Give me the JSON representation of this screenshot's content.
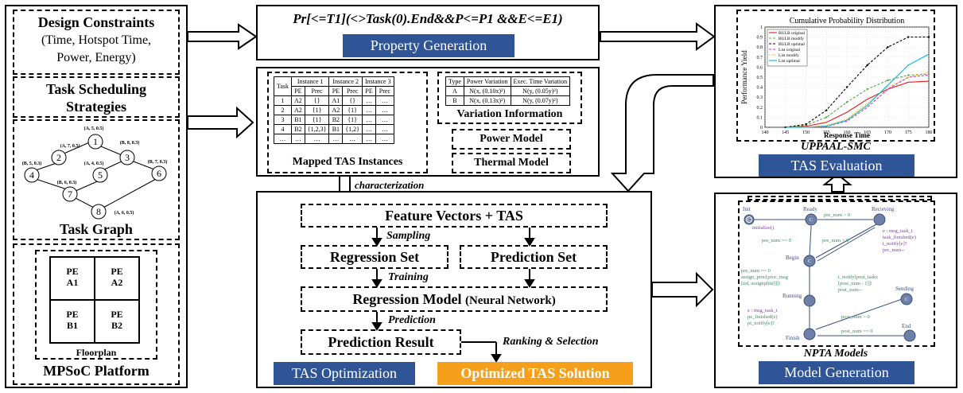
{
  "left": {
    "design_constraints_title": "Design Constraints",
    "design_constraints_lines": [
      "(Time, Hotspot Time,",
      "Power, Energy)"
    ],
    "task_scheduling_lines": [
      "Task Scheduling",
      "Strategies"
    ],
    "task_graph_title": "Task Graph",
    "task_graph_nodes": [
      {
        "id": "1",
        "label": "(A, 5, 0.5)"
      },
      {
        "id": "2",
        "label": "(A, 7, 0.5)"
      },
      {
        "id": "3",
        "label": "(B, 8, 0.3)"
      },
      {
        "id": "4",
        "label": "(B, 5, 0.3)"
      },
      {
        "id": "5",
        "label": "(A, 4, 0.5)"
      },
      {
        "id": "6",
        "label": "(B, 7, 0.3)"
      },
      {
        "id": "7",
        "label": "(B, 6, 0.3)"
      },
      {
        "id": "8",
        "label": "(A, 6, 0.5)"
      }
    ],
    "floorplan_cells": [
      [
        "PE",
        "A1"
      ],
      [
        "PE",
        "A2"
      ],
      [
        "PE",
        "B1"
      ],
      [
        "PE",
        "B2"
      ]
    ],
    "floorplan_label": "Floorplan",
    "platform_title": "MPSoC Platform"
  },
  "property": {
    "formula": "Pr[<=T1](<>Task(0).End&&P<=P1 &&E<=E1)",
    "label": "Property Generation"
  },
  "mapped": {
    "title": "Mapped TAS Instances",
    "header_task": "Task",
    "instances": [
      "Instance 1",
      "Instance 2",
      "Instance 3"
    ],
    "sub_headers": [
      "PE",
      "Prec",
      "PE",
      "Prec",
      "PE",
      "Prec"
    ],
    "rows": [
      [
        "1",
        "A2",
        "{}",
        "A1",
        "{}",
        "…",
        "…"
      ],
      [
        "2",
        "A2",
        "{1}",
        "A2",
        "{1}",
        "…",
        "…"
      ],
      [
        "3",
        "B1",
        "{1}",
        "B2",
        "{1}",
        "…",
        "…"
      ],
      [
        "4",
        "B2",
        "{1,2,3}",
        "B1",
        "{1,2}",
        "…",
        "…"
      ],
      [
        "…",
        "…",
        "…",
        "…",
        "…",
        "…",
        "…"
      ]
    ]
  },
  "variation": {
    "title": "Variation Information",
    "headers": [
      "Type",
      "Power Variation",
      "Exec. Time Variation"
    ],
    "rows": [
      [
        "A",
        "N(x, (0.10x)²)",
        "N(y, (0.05y)²)"
      ],
      [
        "B",
        "N(x, (0.13x)²)",
        "N(y, (0.07y)²)"
      ]
    ],
    "power_model": "Power Model",
    "thermal_model": "Thermal Model"
  },
  "characterization": "characterization",
  "optimization": {
    "feature": "Feature Vectors + TAS",
    "sampling": "Sampling",
    "regression_set": "Regression Set",
    "prediction_set": "Prediction Set",
    "training": "Training",
    "regression_model": "Regression Model",
    "regression_model_note": "(Neural Network)",
    "prediction": "Prediction",
    "prediction_result": "Prediction Result",
    "ranking": "Ranking & Selection",
    "label": "TAS Optimization",
    "solution": "Optimized TAS Solution"
  },
  "evaluation": {
    "uppaal": "UPPAAL-SMC",
    "label": "TAS Evaluation"
  },
  "model_gen": {
    "npta": "NPTA Models",
    "label": "Model Generation",
    "states": [
      "Init",
      "Ready",
      "Recieving",
      "Begin",
      "Running",
      "Sending",
      "Finish",
      "End"
    ],
    "edge_labels": {
      "initialize": "initialize()",
      "pre_gt0_top": "pre_num > 0",
      "pre_eq0": "pre_num == 0",
      "pre_gt0_mid": "pre_num > 0",
      "recv": [
        "e : msg_task_t",
        "task_finished(e)",
        "t_notify[e]?",
        "pre_num--"
      ],
      "begin_run": [
        "pre_num == 0",
        "assign_proc[proc_msg",
        "[tid, assignp[tid]]]!"
      ],
      "notify": [
        "t_notify[post_tasks",
        "[post_num - 1]]!",
        "post_num--"
      ],
      "finish": [
        "e : msg_task_t",
        "pe_finished(e)",
        "pt_notify[e]?"
      ],
      "post_gt0": "post_num > 0",
      "post_eq0": "post_num == 0"
    }
  },
  "chart_data": {
    "type": "line",
    "title": "Cumulative Probability Distribution",
    "xlabel": "Response Time",
    "ylabel": "Performance Yield",
    "xlim": [
      140,
      180
    ],
    "ylim": [
      0,
      1
    ],
    "x_ticks": [
      "140",
      "145",
      "150",
      "155",
      "160",
      "165",
      "170",
      "175",
      "180"
    ],
    "y_ticks": [
      "0",
      "0.1",
      "0.2",
      "0.3",
      "0.4",
      "0.5",
      "0.6",
      "0.7",
      "0.8",
      "0.9",
      "1"
    ],
    "legend_position": "top-left",
    "series": [
      {
        "name": "BULB original",
        "color": "#e41a1c",
        "dash": "solid",
        "marker": "none",
        "x": [
          145,
          150,
          155,
          160,
          165,
          170,
          175,
          180
        ],
        "y": [
          0,
          0.01,
          0.05,
          0.15,
          0.28,
          0.38,
          0.45,
          0.46
        ]
      },
      {
        "name": "BULB modify",
        "color": "#4daf4a",
        "dash": "dash",
        "marker": "x",
        "x": [
          145,
          150,
          155,
          160,
          165,
          170,
          175,
          180
        ],
        "y": [
          0,
          0.02,
          0.1,
          0.25,
          0.38,
          0.47,
          0.52,
          0.53
        ]
      },
      {
        "name": "BULB optimal",
        "color": "#000000",
        "dash": "dash",
        "marker": "dot",
        "x": [
          145,
          150,
          155,
          160,
          165,
          170,
          175,
          180
        ],
        "y": [
          0,
          0.03,
          0.17,
          0.4,
          0.62,
          0.8,
          0.9,
          0.9
        ]
      },
      {
        "name": "List original",
        "color": "#cc33cc",
        "dash": "dash",
        "marker": "none",
        "x": [
          145,
          150,
          155,
          160,
          165,
          170,
          175,
          180
        ],
        "y": [
          0,
          0,
          0.01,
          0.06,
          0.2,
          0.38,
          0.5,
          0.52
        ]
      },
      {
        "name": "List modify",
        "color": "#e6a000",
        "dash": "dot",
        "marker": "none",
        "x": [
          145,
          150,
          155,
          160,
          165,
          170,
          175,
          180
        ],
        "y": [
          0,
          0,
          0.02,
          0.08,
          0.24,
          0.4,
          0.5,
          0.55
        ]
      },
      {
        "name": "List optimal",
        "color": "#00bcd4",
        "dash": "solid",
        "marker": "none",
        "x": [
          145,
          150,
          155,
          160,
          165,
          170,
          175,
          180
        ],
        "y": [
          0,
          0,
          0.01,
          0.07,
          0.22,
          0.42,
          0.62,
          0.73
        ]
      }
    ]
  }
}
